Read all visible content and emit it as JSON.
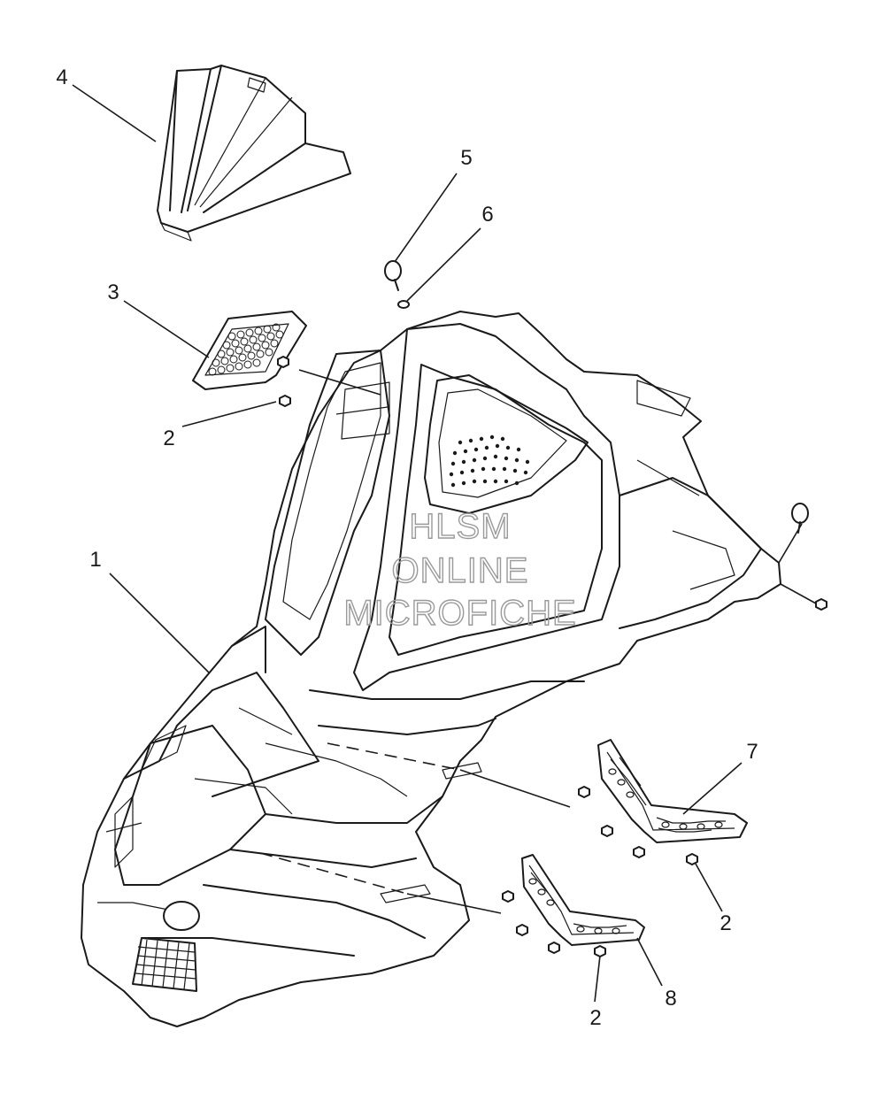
{
  "callouts": {
    "c1": "1",
    "c2a": "2",
    "c2b": "2",
    "c2c": "2",
    "c3": "3",
    "c4": "4",
    "c5": "5",
    "c6": "6",
    "c7": "7",
    "c8": "8"
  },
  "watermark": {
    "line1": "HLSM",
    "line2": "ONLINE",
    "line3": "MICROFICHE"
  }
}
